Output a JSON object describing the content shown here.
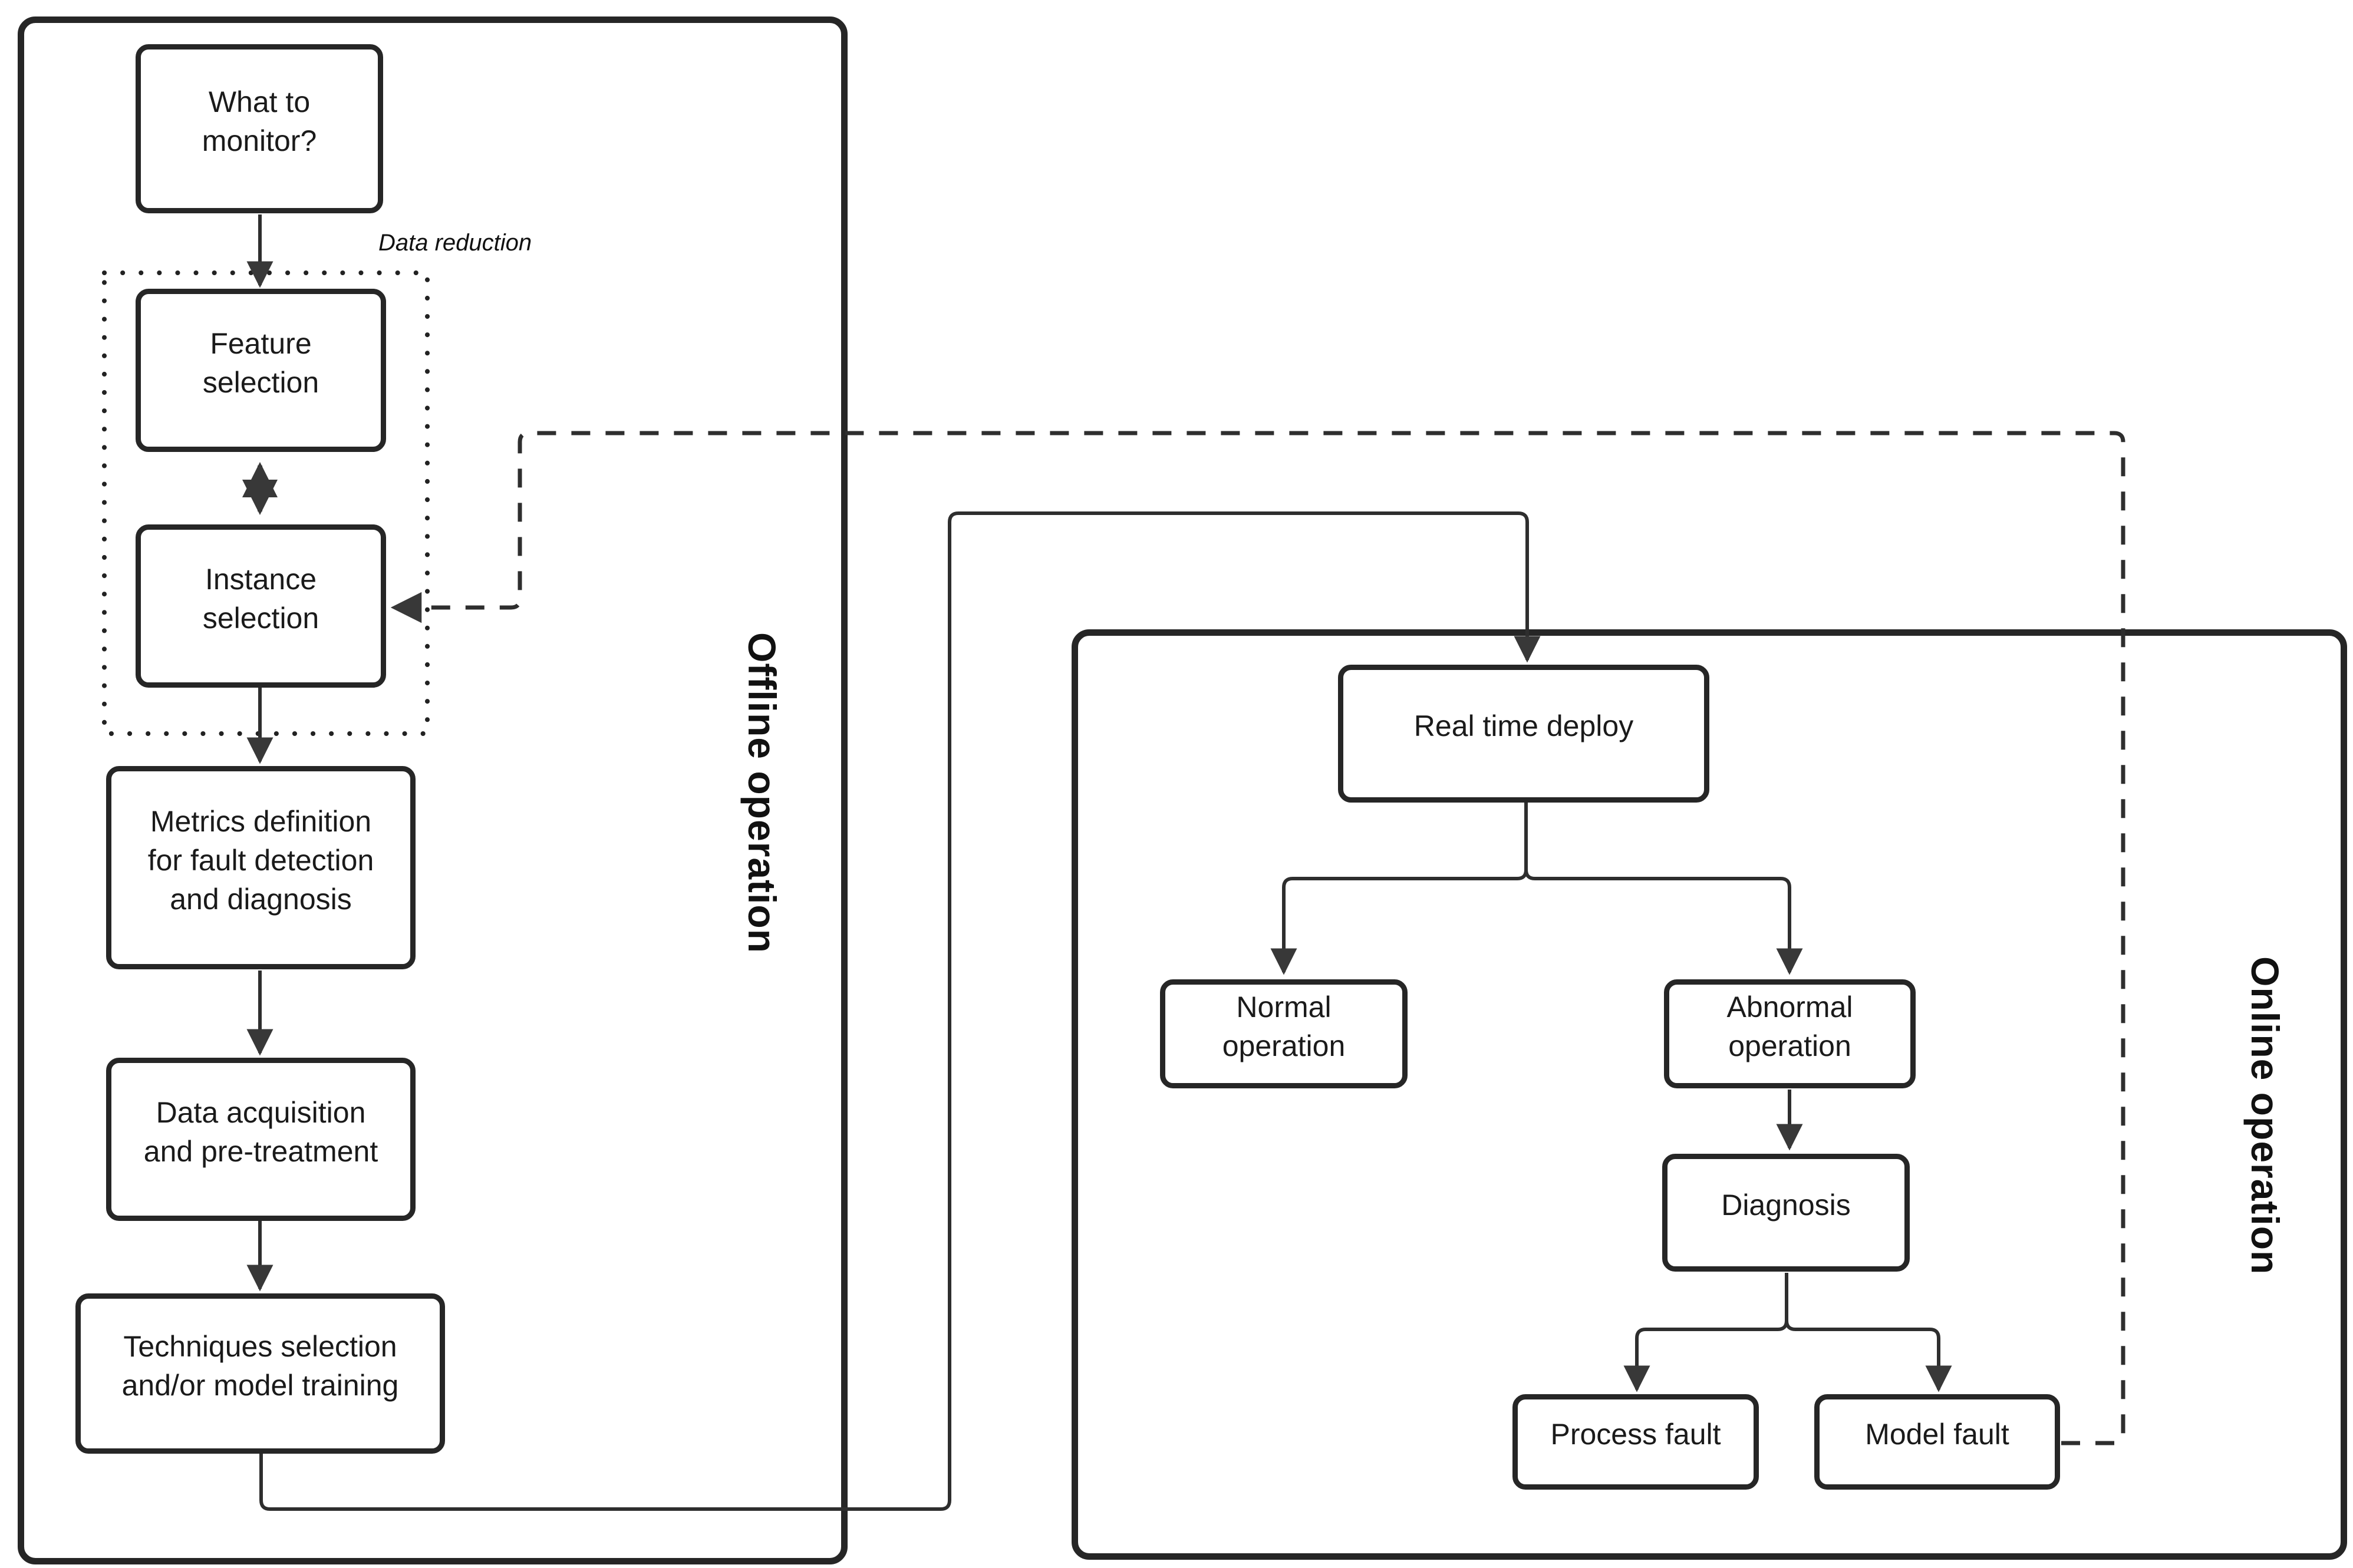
{
  "containers": {
    "offline": {
      "label": "Offline operation"
    },
    "online": {
      "label": "Online operation"
    }
  },
  "annotations": {
    "data_reduction": "Data reduction"
  },
  "nodes": {
    "what_to_monitor": {
      "label": "What to\nmonitor?"
    },
    "feature_selection": {
      "label": "Feature\nselection"
    },
    "instance_selection": {
      "label": "Instance\nselection"
    },
    "metrics_definition": {
      "label": "Metrics definition\nfor fault detection\nand diagnosis"
    },
    "data_acquisition": {
      "label": "Data acquisition\nand pre-treatment"
    },
    "techniques_selection": {
      "label": "Techniques selection\nand/or model training"
    },
    "real_time_deploy": {
      "label": "Real time deploy"
    },
    "normal_operation": {
      "label": "Normal\noperation"
    },
    "abnormal_operation": {
      "label": "Abnormal\noperation"
    },
    "diagnosis": {
      "label": "Diagnosis"
    },
    "process_fault": {
      "label": "Process fault"
    },
    "model_fault": {
      "label": "Model fault"
    }
  },
  "colors": {
    "background": "#ffffff",
    "box_border": "#262626",
    "connector": "#2e2e2e",
    "arrowhead": "#383838",
    "text": "#1a1a1a"
  }
}
